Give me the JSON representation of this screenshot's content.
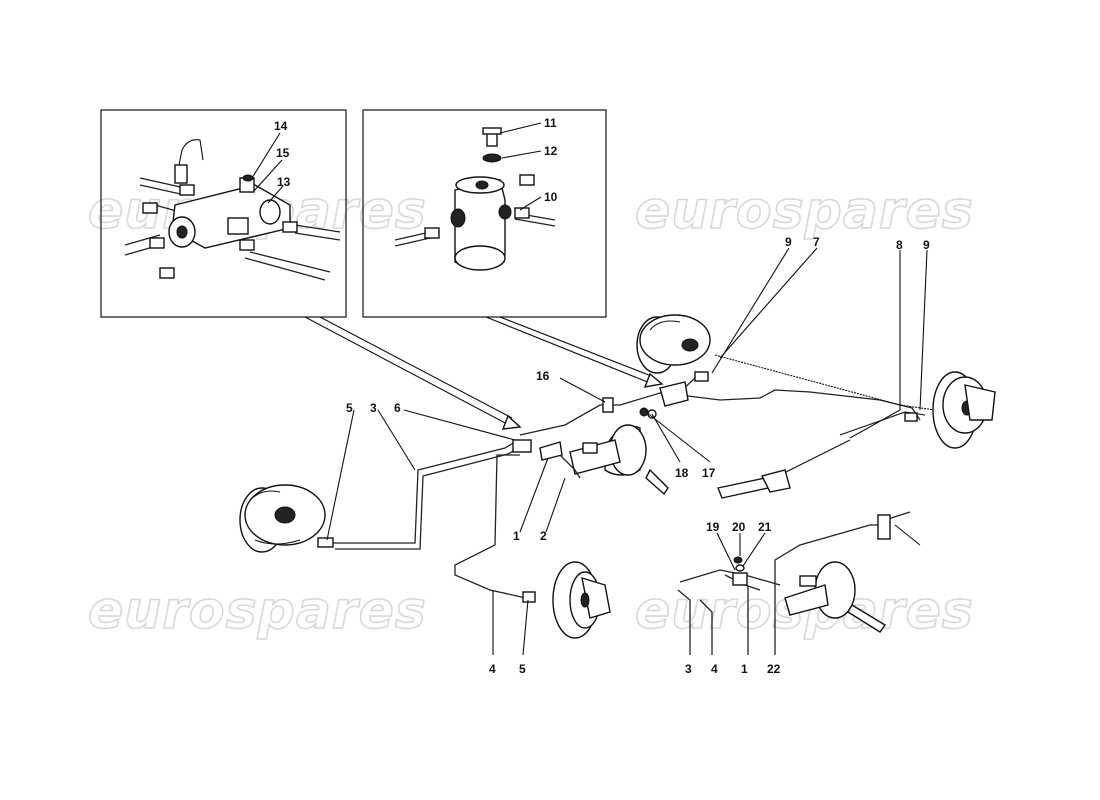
{
  "watermark": {
    "text": "eurospares"
  },
  "callouts": [
    {
      "id": "c14",
      "text": "14"
    },
    {
      "id": "c15",
      "text": "15"
    },
    {
      "id": "c13",
      "text": "13"
    },
    {
      "id": "c11",
      "text": "11"
    },
    {
      "id": "c12",
      "text": "12"
    },
    {
      "id": "c10",
      "text": "10"
    },
    {
      "id": "c9a",
      "text": "9"
    },
    {
      "id": "c7",
      "text": "7"
    },
    {
      "id": "c8",
      "text": "8"
    },
    {
      "id": "c9b",
      "text": "9"
    },
    {
      "id": "c16",
      "text": "16"
    },
    {
      "id": "c5a",
      "text": "5"
    },
    {
      "id": "c3a",
      "text": "3"
    },
    {
      "id": "c6",
      "text": "6"
    },
    {
      "id": "c18",
      "text": "18"
    },
    {
      "id": "c17",
      "text": "17"
    },
    {
      "id": "c1a",
      "text": "1"
    },
    {
      "id": "c2",
      "text": "2"
    },
    {
      "id": "c19",
      "text": "19"
    },
    {
      "id": "c20",
      "text": "20"
    },
    {
      "id": "c21",
      "text": "21"
    },
    {
      "id": "c4a",
      "text": "4"
    },
    {
      "id": "c5b",
      "text": "5"
    },
    {
      "id": "c3b",
      "text": "3"
    },
    {
      "id": "c4b",
      "text": "4"
    },
    {
      "id": "c1b",
      "text": "1"
    },
    {
      "id": "c22",
      "text": "22"
    }
  ]
}
